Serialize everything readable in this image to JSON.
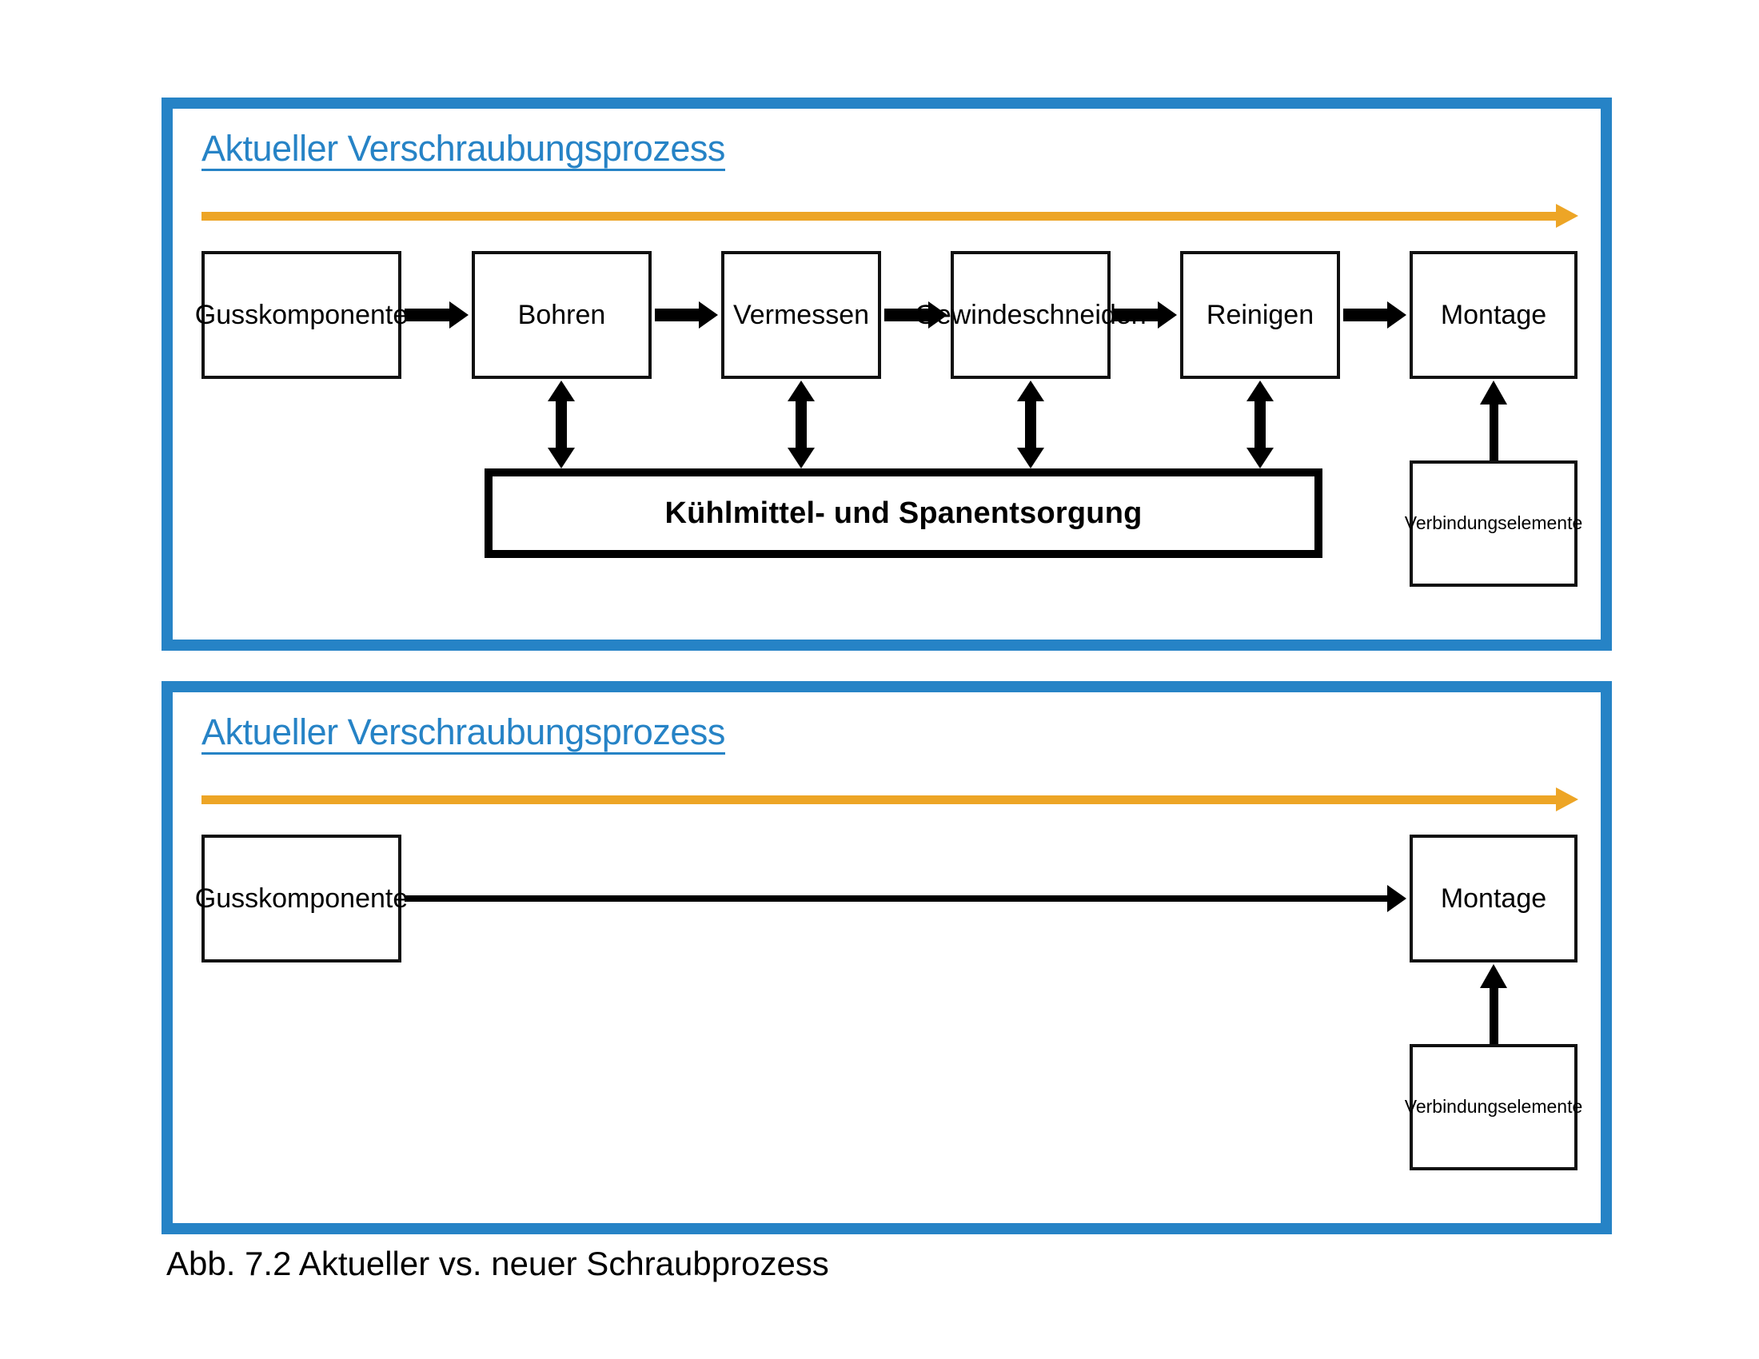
{
  "figure": {
    "caption": "Abb. 7.2 Aktueller vs. neuer Schraubprozess",
    "colors": {
      "panel_border": "#2683C6",
      "timeline_arrow": "#EDA526",
      "heading_text": "#2683C6",
      "box_border": "#111111",
      "background": "#FFFFFF"
    }
  },
  "panels": [
    {
      "id": "current",
      "title": "Aktueller Verschraubungsprozess",
      "timeline_arrow": "orange-right-arrow",
      "process_steps": [
        {
          "label": "Gusskomponente"
        },
        {
          "label": "Bohren"
        },
        {
          "label": "Vermessen"
        },
        {
          "label_line1": "Gewinde",
          "label_line2": "schneiden"
        },
        {
          "label": "Reinigen"
        },
        {
          "label": "Montage"
        }
      ],
      "support_box": {
        "label": "Verbindungselemente"
      },
      "shared_resource_bar": {
        "label": "Kühlmittel- und Spanentsorgung"
      },
      "bidirectional_links": 4
    },
    {
      "id": "new",
      "title": "Aktueller Verschraubungsprozess",
      "timeline_arrow": "orange-right-arrow",
      "process_steps": [
        {
          "label": "Gusskomponente"
        },
        {
          "label": "Montage"
        }
      ],
      "support_box": {
        "label": "Verbindungselemente"
      }
    }
  ]
}
